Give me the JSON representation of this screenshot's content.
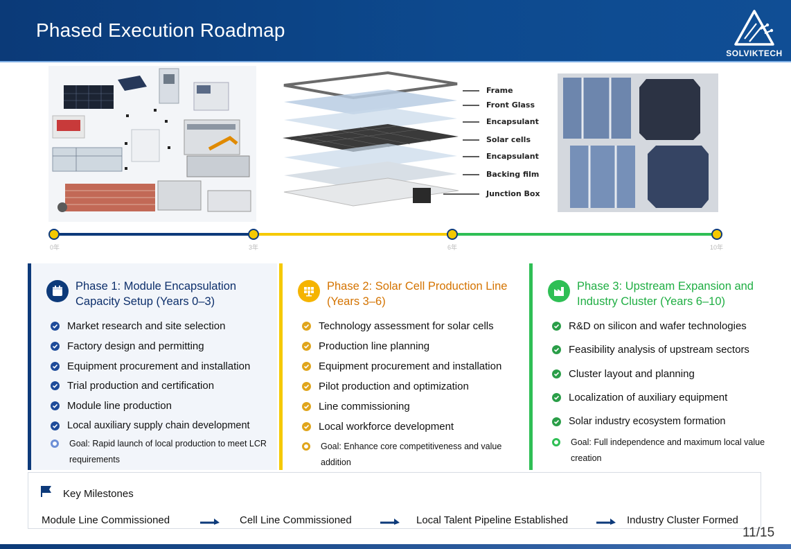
{
  "header": {
    "title": "Phased Execution Roadmap",
    "logo_text": "SOLVIKTECH"
  },
  "colors": {
    "header_bg": "#0d4a8f",
    "phase1": "#0d3a7a",
    "phase2": "#f5c900",
    "phase3": "#2fbf55",
    "phase2_title": "#d47300",
    "phase3_title": "#1fae43"
  },
  "images": {
    "factory": "solar-module-factory-equipment",
    "layers": "solar-panel-exploded-layers",
    "cells": "solar-cells-photo"
  },
  "layer_labels": [
    "Frame",
    "Front Glass",
    "Encapsulant",
    "Solar cells",
    "Encapsulant",
    "Backing film",
    "Junction Box"
  ],
  "timeline": {
    "ticks": [
      "0年",
      "3年",
      "6年",
      "10年"
    ],
    "segment_colors": [
      "#0d3a7a",
      "#f5c900",
      "#2fbf55"
    ]
  },
  "phases": [
    {
      "title_line1": "Phase 1: Module Encapsulation",
      "title_line2": "Capacity Setup (Years 0–3)",
      "icon": "calendar-icon",
      "items": [
        "Market research and site selection",
        "Factory design and permitting",
        "Equipment procurement and installation",
        "Trial production and certification",
        "Module line production",
        "Local auxiliary supply chain development"
      ],
      "goal_label": "Goal:",
      "goal_line1": "Rapid launch of local production to meet LCR",
      "goal_line2": "requirements"
    },
    {
      "title_line1": "Phase 2: Solar Cell Production Line",
      "title_line2": "(Years 3–6)",
      "icon": "solar-panel-icon",
      "items": [
        "Technology assessment for solar cells",
        "Production line planning",
        "Equipment procurement and installation",
        "Pilot production and optimization",
        "Line commissioning",
        "Local workforce development"
      ],
      "goal_label": "Goal:",
      "goal_line1": "Enhance core competitiveness and value",
      "goal_line2": "addition"
    },
    {
      "title_line1": "Phase 3: Upstream Expansion and",
      "title_line2": "Industry Cluster (Years 6–10)",
      "icon": "factory-icon",
      "items": [
        "R&D on silicon and wafer technologies",
        "Feasibility analysis of upstream sectors",
        "Cluster layout and planning",
        "Localization of auxiliary equipment",
        "Solar industry ecosystem formation"
      ],
      "goal_label": "Goal:",
      "goal_line1": "Full independence and maximum local value",
      "goal_line2": "creation"
    }
  ],
  "milestones": {
    "title": "Key Milestones",
    "items": [
      "Module Line Commissioned",
      "Cell Line Commissioned",
      "Local Talent Pipeline Established",
      "Industry Cluster Formed"
    ]
  },
  "page_number": "11/15"
}
